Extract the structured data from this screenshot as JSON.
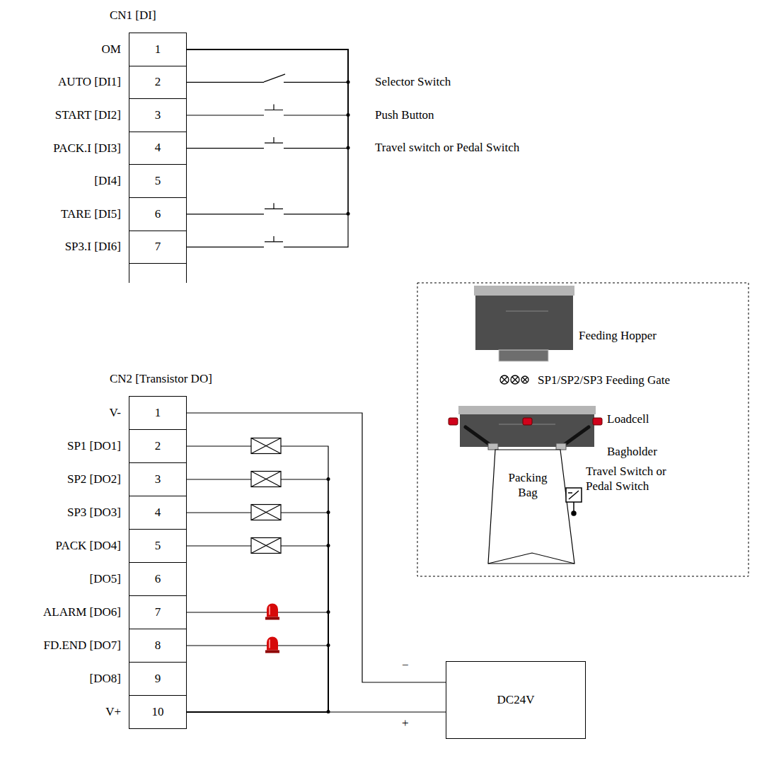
{
  "diagram": {
    "nodes": [
      {
        "text": [
          "CN1 [DI]"
        ]
      },
      {
        "text": [
          "OM",
          "1"
        ],
        "in": 0
      },
      {
        "text": [
          "AUTO [DI1]",
          "2"
        ],
        "in": 0
      },
      {
        "text": [
          "START [DI2]",
          "3"
        ],
        "in": 0
      },
      {
        "text": [
          "PACK.I [DI3]",
          "4"
        ],
        "in": 0
      },
      {
        "text": [
          "[DI4]",
          "5"
        ],
        "in": 0
      },
      {
        "text": [
          "TARE [DI5]",
          "6"
        ],
        "in": 0
      },
      {
        "text": [
          "SP3.I [DI6]",
          "7"
        ],
        "in": 0
      },
      {
        "text": [
          "CN2 [Transistor DO]"
        ]
      },
      {
        "text": [
          "V-",
          "1"
        ],
        "in": 8
      },
      {
        "text": [
          "SP1 [DO1]",
          "2"
        ],
        "in": 8
      },
      {
        "text": [
          "SP2 [DO2]",
          "3"
        ],
        "in": 8
      },
      {
        "text": [
          "SP3 [DO3]",
          "4"
        ],
        "in": 8
      },
      {
        "text": [
          "PACK [DO4]",
          "5"
        ],
        "in": 8
      },
      {
        "text": [
          "[DO5]",
          "6"
        ],
        "in": 8
      },
      {
        "text": [
          "ALARM [DO6]",
          "7"
        ],
        "in": 8
      },
      {
        "text": [
          "FD.END [DO7]",
          "8"
        ],
        "in": 8
      },
      {
        "text": [
          "[DO8]",
          "9"
        ],
        "in": 8
      },
      {
        "text": [
          "V+",
          "10"
        ],
        "in": 8
      },
      {
        "text": [
          "DC24V"
        ]
      }
    ],
    "edges": [
      {
        "from": 2,
        "to": 1,
        "arrow": "none"
      },
      {
        "from": 3,
        "to": 1,
        "arrow": "none"
      },
      {
        "from": 4,
        "to": 1,
        "arrow": "none"
      },
      {
        "from": 6,
        "to": 1,
        "arrow": "none"
      },
      {
        "from": 7,
        "to": 1,
        "arrow": "none"
      },
      {
        "from": 9,
        "to": 19,
        "arrow": "none"
      },
      {
        "from": 10,
        "to": 18,
        "arrow": "none"
      },
      {
        "from": 11,
        "to": 18,
        "arrow": "none"
      },
      {
        "from": 12,
        "to": 18,
        "arrow": "none"
      },
      {
        "from": 13,
        "to": 18,
        "arrow": "none"
      },
      {
        "from": 15,
        "to": 18,
        "arrow": "none"
      },
      {
        "from": 16,
        "to": 18,
        "arrow": "none"
      },
      {
        "from": 18,
        "to": 19,
        "arrow": "none"
      }
    ],
    "labels": [
      "Selector Switch",
      "Push Button",
      "Travel switch or Pedal Switch",
      "Feeding Hopper",
      "SP1/SP2/SP3 Feeding Gate",
      "Loadcell",
      "Bagholder",
      "Travel Switch or Pedal Switch",
      "Packing Bag",
      "−",
      "+"
    ]
  }
}
